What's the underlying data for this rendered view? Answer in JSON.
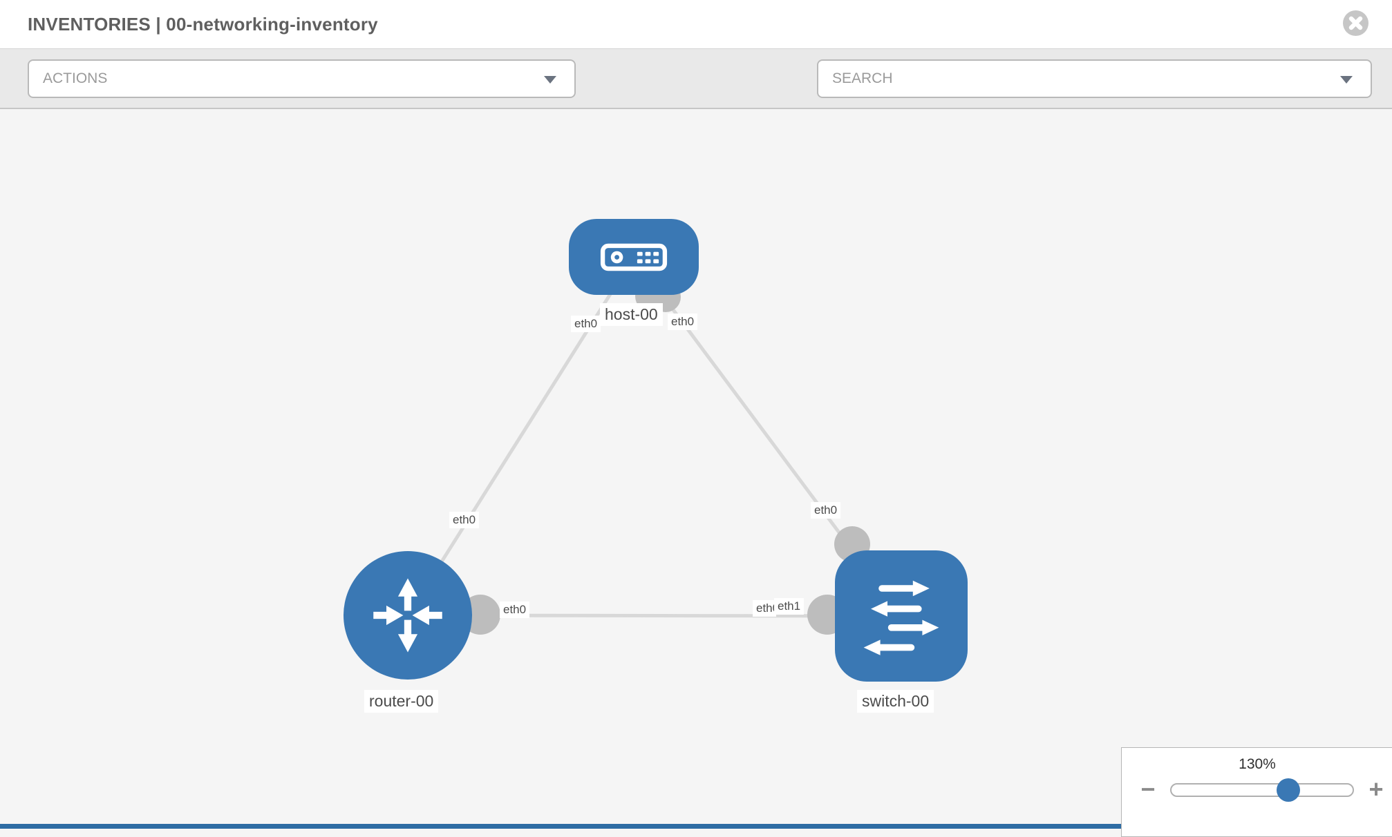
{
  "header": {
    "title": "INVENTORIES | 00-networking-inventory"
  },
  "toolbar": {
    "actions_label": "ACTIONS",
    "search_placeholder": "SEARCH"
  },
  "topology": {
    "nodes": [
      {
        "label": "host-00",
        "type": "host"
      },
      {
        "label": "router-00",
        "type": "router"
      },
      {
        "label": "switch-00",
        "type": "switch"
      }
    ],
    "links": [
      {
        "from": "host-00",
        "to": "router-00",
        "from_if": "eth0",
        "to_if": "eth0"
      },
      {
        "from": "host-00",
        "to": "switch-00",
        "from_if": "eth0",
        "to_if": "eth0"
      },
      {
        "from": "router-00",
        "to": "switch-00",
        "from_if": "eth0",
        "to_if": "eth1"
      }
    ],
    "overlapped_label": "eth0"
  },
  "zoom_control": {
    "value": "130%",
    "minus_label": "−",
    "plus_label": "+"
  },
  "colors": {
    "node_blue": "#3a78b4",
    "link_gray": "#d8d8d8",
    "endpoint_gray": "#bdbdbd",
    "icon_gray": "#7b8491",
    "footer_blue": "#2e6da4"
  }
}
